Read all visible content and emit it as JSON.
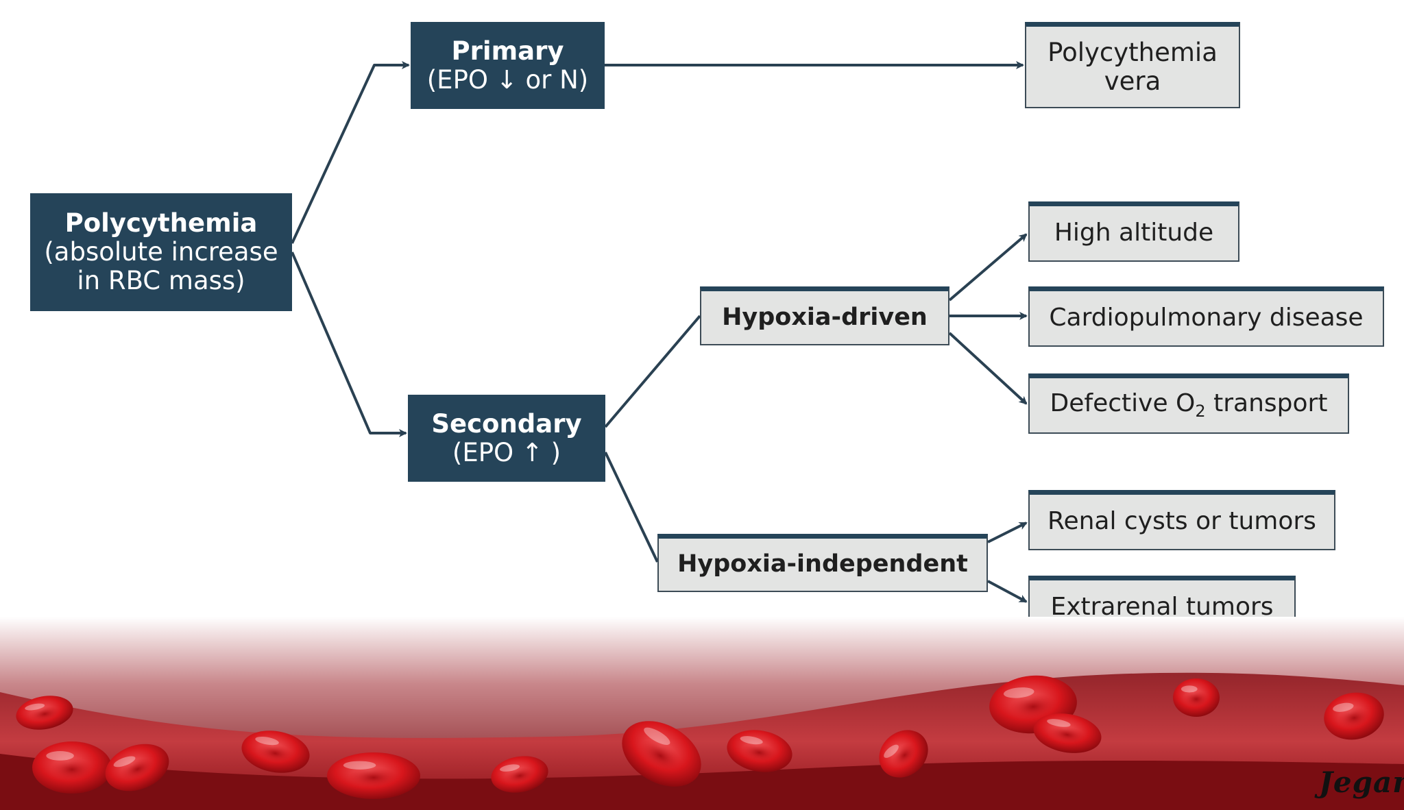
{
  "colors": {
    "dark_box": "#254459",
    "light_box": "#e3e4e3",
    "connector": "#2a4152",
    "blood_red": "#d8161c"
  },
  "nodes": {
    "polycythemia": {
      "title": "Polycythemia",
      "line2": "(absolute increase",
      "line3": "in RBC mass)"
    },
    "primary": {
      "title": "Primary",
      "subtitle": "(EPO ↓ or N)"
    },
    "secondary": {
      "title": "Secondary",
      "subtitle": "(EPO ↑ )"
    },
    "polycythemia_vera": {
      "line1": "Polycythemia",
      "line2": "vera"
    },
    "hypoxia_driven": {
      "label": "Hypoxia-driven"
    },
    "hypoxia_independent": {
      "label": "Hypoxia-independent"
    },
    "high_altitude": {
      "label": "High altitude"
    },
    "cardiopulmonary": {
      "label": "Cardiopulmonary disease"
    },
    "defective_o2": {
      "before": "Defective O",
      "sub": "2",
      "after": " transport"
    },
    "renal": {
      "label": "Renal cysts or tumors"
    },
    "extrarenal": {
      "label": "Extrarenal tumors"
    }
  },
  "footer": {
    "signature": "Jegan"
  }
}
